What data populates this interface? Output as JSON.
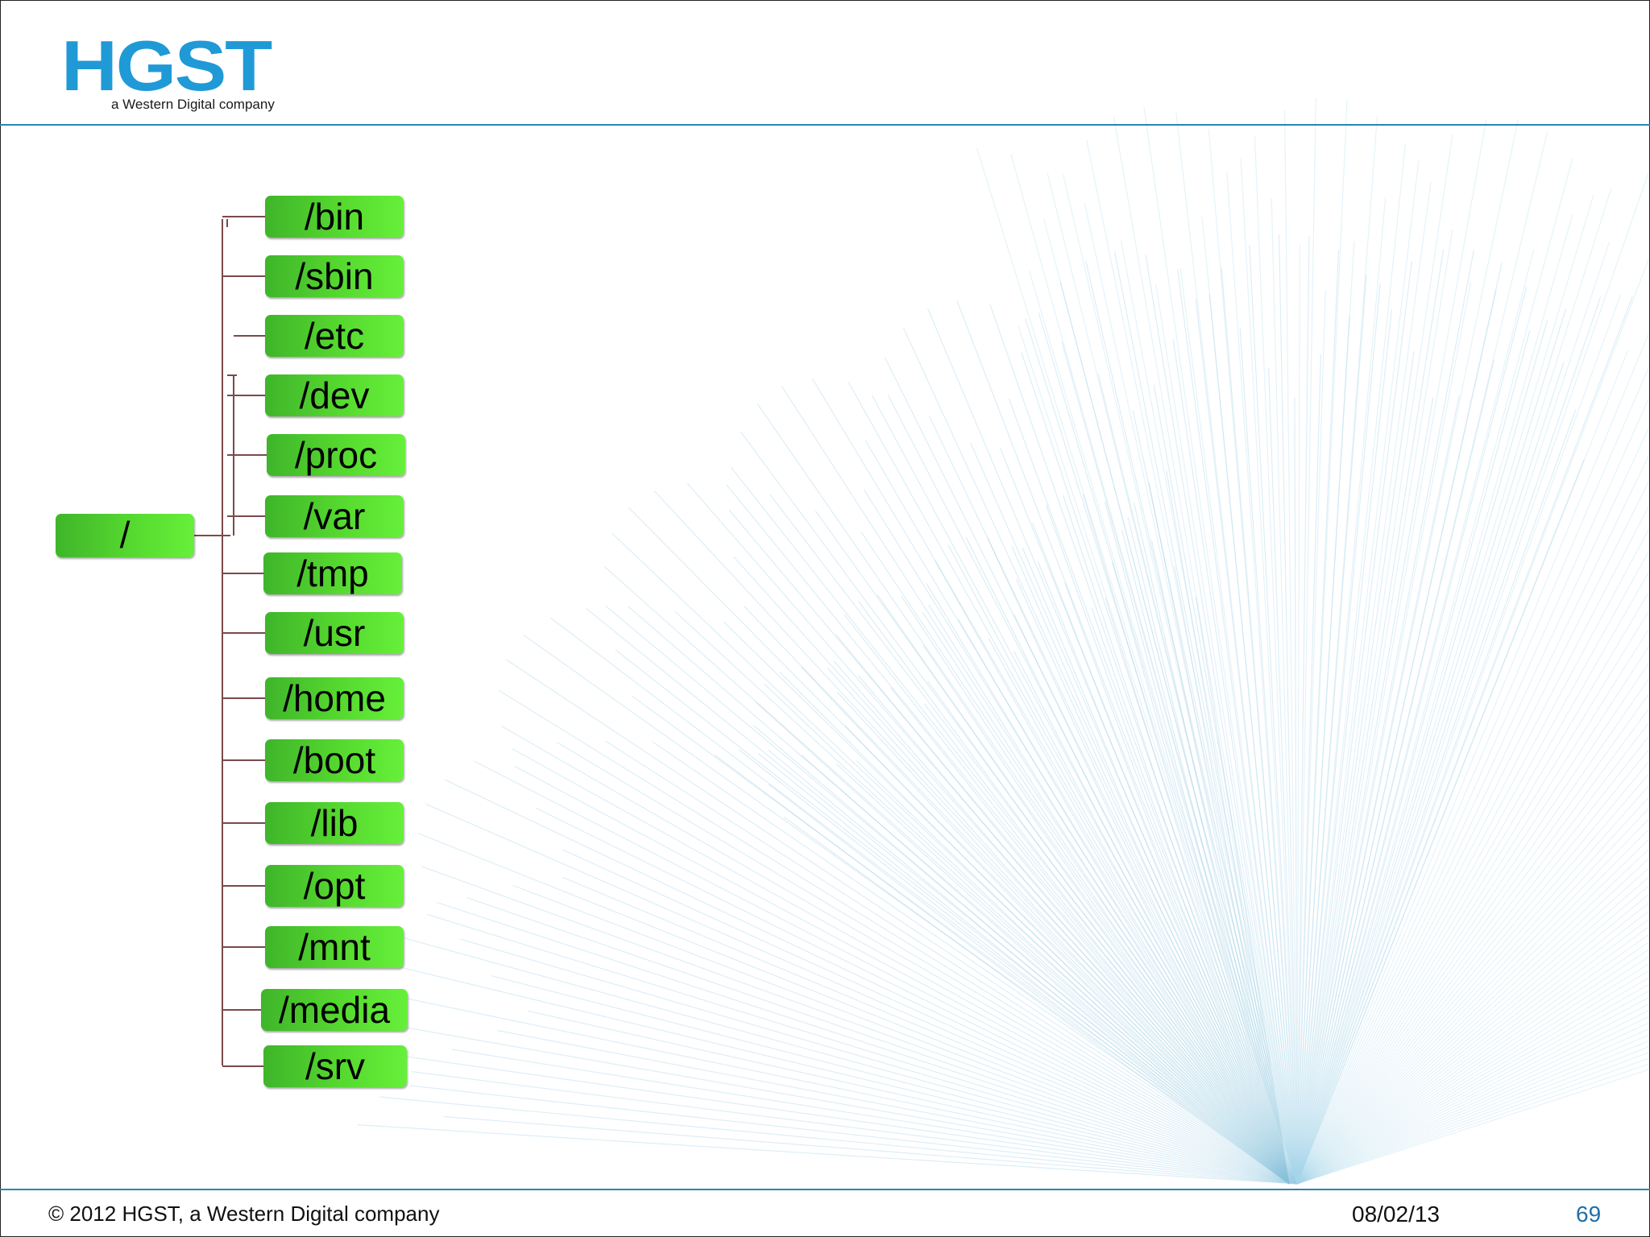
{
  "header": {
    "logo_text": "HGST",
    "logo_tagline": "a Western Digital company"
  },
  "diagram": {
    "root": "/",
    "children": [
      "/bin",
      "/sbin",
      "/etc",
      "/dev",
      "/proc",
      "/var",
      "/tmp",
      "/usr",
      "/home",
      "/boot",
      "/lib",
      "/opt",
      "/mnt",
      "/media",
      "/srv"
    ]
  },
  "footer": {
    "copyright": "© 2012 HGST, a Western Digital company",
    "date": "08/02/13",
    "page_number": "69"
  },
  "colors": {
    "node_fill": "#56d92f",
    "connector": "#7a4a4a",
    "brand_blue": "#1f9ad6",
    "rule": "#2a84b4"
  }
}
